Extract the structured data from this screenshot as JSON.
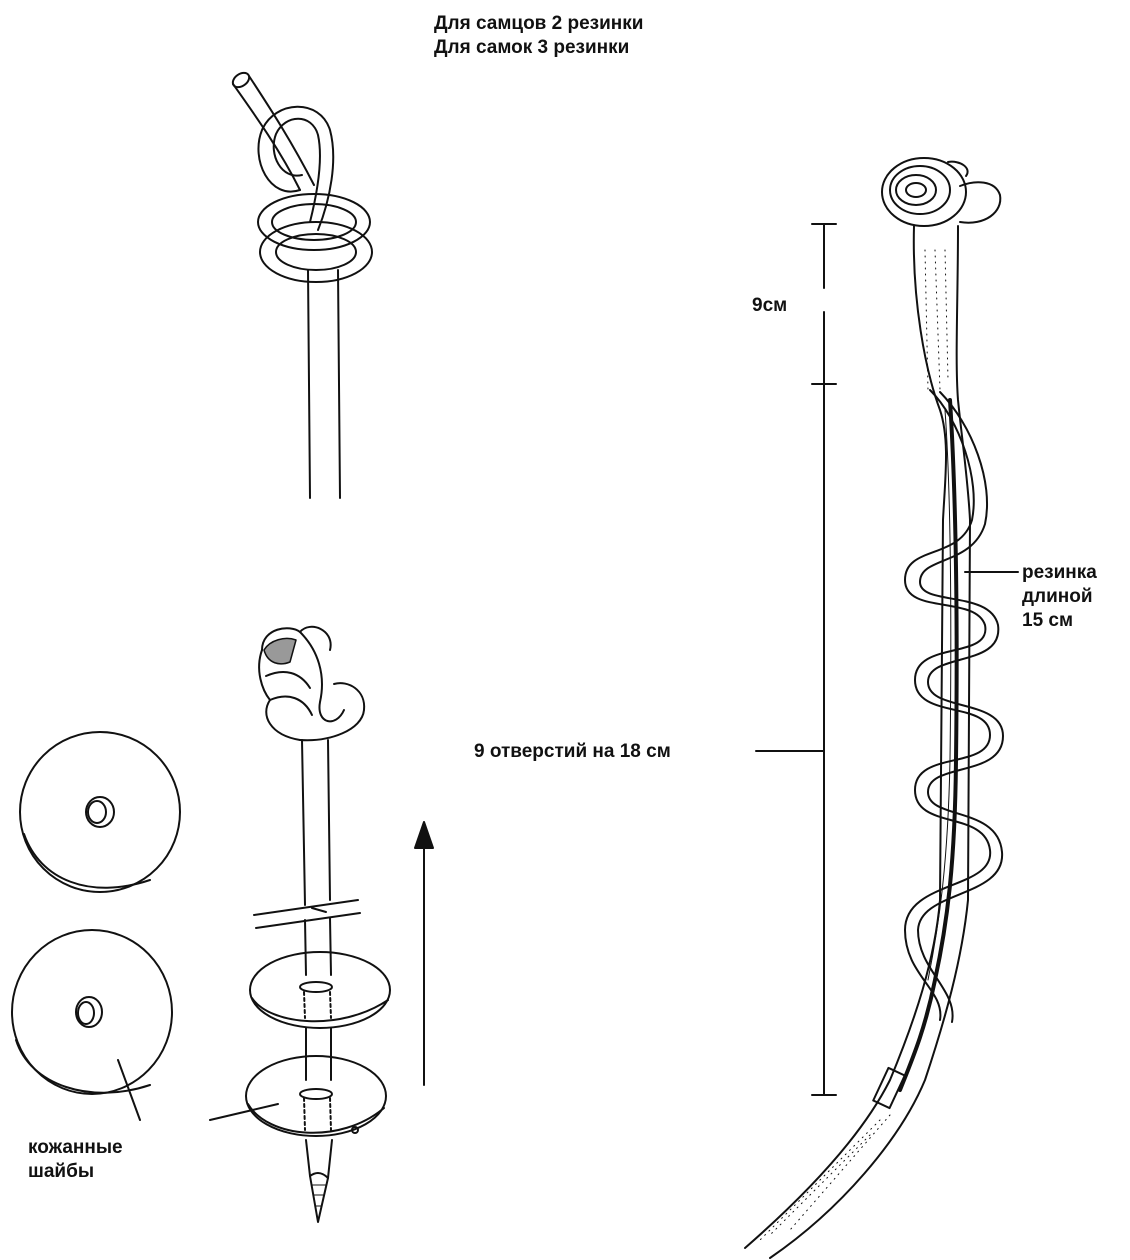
{
  "title": {
    "line1": "Для самцов 2 резинки",
    "line2": "Для самок 3 резинки"
  },
  "labels": {
    "nine_cm": "9см",
    "holes": "9 отверстий на 18 см",
    "band_line1": "резинка",
    "band_line2": "длиной",
    "band_line3": "15 см",
    "washers_line1": "кожанные",
    "washers_line2": "шайбы"
  },
  "colors": {
    "ink": "#111111",
    "background": "#ffffff"
  }
}
